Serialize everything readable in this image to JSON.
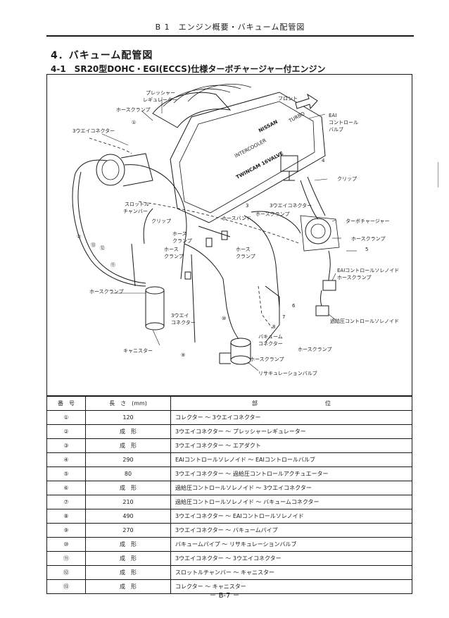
{
  "header": {
    "text": "B 1　エンジン概要・バキューム配管図"
  },
  "section": {
    "title": "4．バキューム配管図",
    "subtitle": "4-1　SR20型DOHC・EGI(ECCS)仕様ターボチャージャー付エンジン"
  },
  "diagram": {
    "engine_text": {
      "brand": "NISSAN",
      "turbo": "TURBO",
      "intercooler": "INTERCOOLER",
      "twincam": "TWINCAM 16VALVE"
    },
    "labels": {
      "pressure_regulator_1": "プレッシャー",
      "pressure_regulator_2": "レギュレーター",
      "hose_clamp_top": "ホースクランプ",
      "front": "フロント",
      "eai_control_valve_1": "EAI",
      "eai_control_valve_2": "コントロール",
      "eai_control_valve_3": "バルブ",
      "three_way_left": "3ウエイコネクター",
      "clip_right": "クリップ",
      "throttle_1": "スロットル",
      "throttle_2": "チャンバー",
      "clip_mid": "クリップ",
      "hose_band": "ホースバンド",
      "three_way_mid": "3ウエイコネクター",
      "hose_clamp_mid": "ホースクランプ",
      "turbocharger": "ターボチャージャー",
      "hose_clamp_right": "ホースクランプ",
      "hose_clamp_a_1": "ホース",
      "hose_clamp_a_2": "クランプ",
      "hose_clamp_b_1": "ホース",
      "hose_clamp_b_2": "クランプ",
      "hose_clamp_c_1": "ホース",
      "hose_clamp_c_2": "クランプ",
      "eai_solenoid": "EAIコントロールソレノイド",
      "hose_clamp_right2": "ホースクランプ",
      "hose_clamp_left": "ホースクランプ",
      "three_way_low_1": "3ウエイ",
      "three_way_low_2": "コネクター",
      "boost_solenoid": "過給圧コントロールソレノイド",
      "vacuum_1": "バキューム",
      "vacuum_2": "コネクター",
      "hose_clamp_bottom": "ホースクランプ",
      "canister": "キャニスター",
      "hose_clamp_bottom2": "ホースクランプ",
      "recirc_valve": "リサキュレーションバルブ"
    },
    "numbers": {
      "n1": "①",
      "n2": "②",
      "n3": "3",
      "n4": "4",
      "n5": "5",
      "n6": "6",
      "n7": "7",
      "n8": "8",
      "n9": "⑨",
      "n10": "⑩",
      "n11": "⑪",
      "n12": "⑫",
      "n13": "⑬"
    }
  },
  "table": {
    "headers": {
      "number": "番　号",
      "length": "長　さ　(mm)",
      "part": "部　　　　　　　　　　　　位"
    },
    "rows": [
      {
        "no": "①",
        "length": "120",
        "part": "コレクター ～ 3ウエイコネクター"
      },
      {
        "no": "②",
        "length": "成　形",
        "part": "3ウエイコネクター ～ プレッシャーレギュレーター"
      },
      {
        "no": "③",
        "length": "成　形",
        "part": "3ウエイコネクター ～ エアダクト"
      },
      {
        "no": "④",
        "length": "290",
        "part": "EAIコントロールソレノイド ～ EAIコントロールバルブ"
      },
      {
        "no": "⑤",
        "length": "80",
        "part": "3ウエイコネクター ～ 過給圧コントロールアクチュエーター"
      },
      {
        "no": "⑥",
        "length": "成　形",
        "part": "過給圧コントロールソレノイド ～ 3ウエイコネクター"
      },
      {
        "no": "⑦",
        "length": "210",
        "part": "過給圧コントロールソレノイド ～ バキュームコネクター"
      },
      {
        "no": "⑧",
        "length": "490",
        "part": "3ウエイコネクター ～ EAIコントロールソレノイド"
      },
      {
        "no": "⑨",
        "length": "270",
        "part": "3ウエイコネクター ～ バキュームパイプ"
      },
      {
        "no": "⑩",
        "length": "成　形",
        "part": "バキュームパイプ ～ リサキュレーションバルブ"
      },
      {
        "no": "⑪",
        "length": "成　形",
        "part": "3ウエイコネクター ～ 3ウエイコネクター"
      },
      {
        "no": "⑫",
        "length": "成　形",
        "part": "スロットルチャンバー ～ キャニスター"
      },
      {
        "no": "⑬",
        "length": "成　形",
        "part": "コレクター ～ キャニスター"
      }
    ]
  },
  "footer": {
    "page": "－ B-7 －"
  }
}
